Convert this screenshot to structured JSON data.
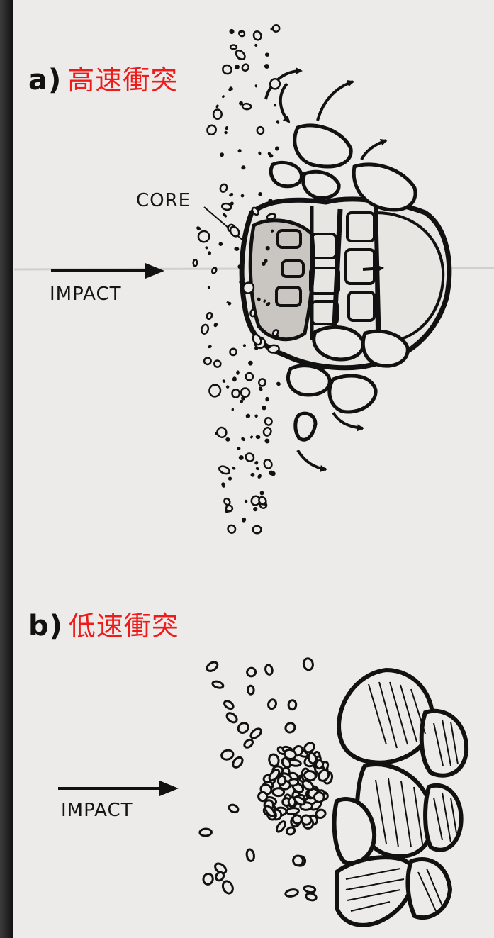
{
  "panel_a": {
    "part": "a)",
    "title": "高速衝突",
    "core_label": "CORE",
    "impact_label": "IMPACT"
  },
  "panel_b": {
    "part": "b)",
    "title": "低速衝突",
    "impact_label": "IMPACT"
  }
}
